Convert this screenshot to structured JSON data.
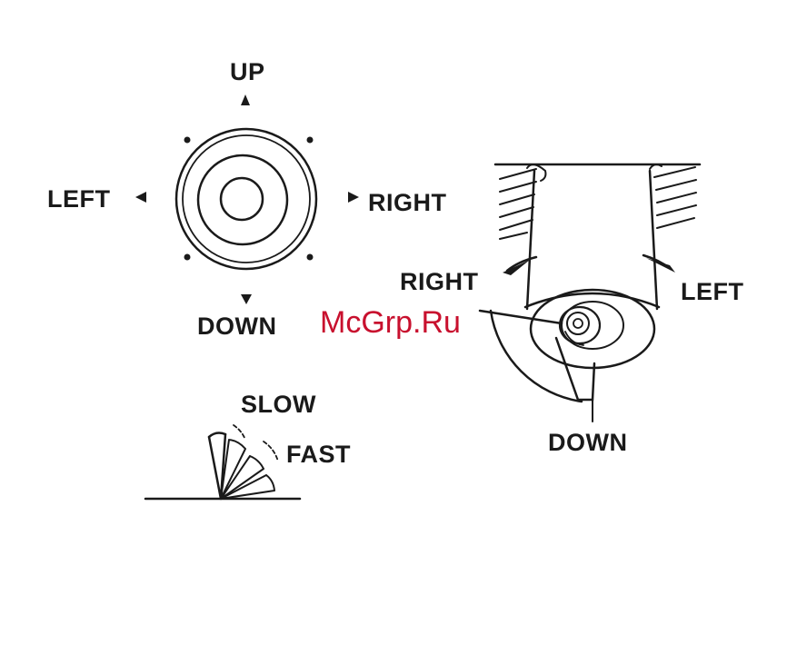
{
  "joystick": {
    "up_label": "UP",
    "down_label": "DOWN",
    "left_label": "LEFT",
    "right_label": "RIGHT"
  },
  "speed": {
    "slow_label": "SLOW",
    "fast_label": "FAST"
  },
  "camera": {
    "right_label": "RIGHT",
    "left_label": "LEFT",
    "down_label": "DOWN"
  },
  "watermark": "McGrp.Ru",
  "colors": {
    "line": "#1a1a1a",
    "watermark": "#c8102e"
  }
}
